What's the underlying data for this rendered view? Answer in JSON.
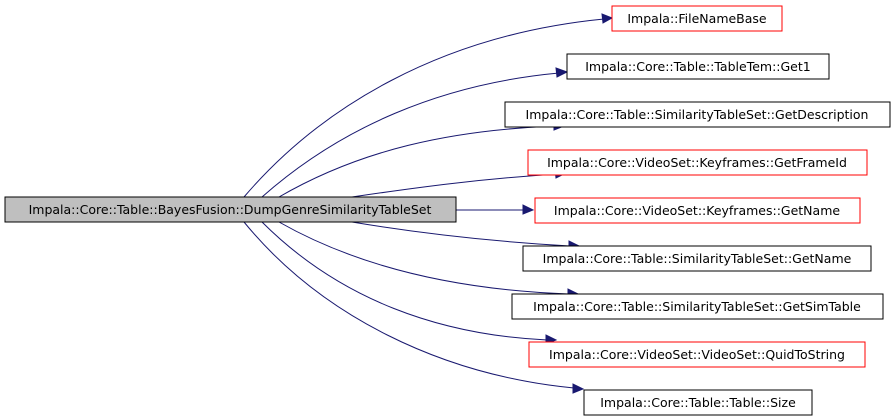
{
  "colors": {
    "edge": "#191970",
    "source_fill": "#bfbfbf",
    "source_border": "#000000",
    "target_fill": "#ffffff",
    "border_black": "#000000",
    "border_red": "#ff0000"
  },
  "diagram": {
    "source": {
      "label": "Impala::Core::Table::BayesFusion::DumpGenreSimilarityTableSet"
    },
    "targets": [
      {
        "label": "Impala::FileNameBase",
        "border": "red"
      },
      {
        "label": "Impala::Core::Table::TableTem::Get1",
        "border": "black"
      },
      {
        "label": "Impala::Core::Table::SimilarityTableSet::GetDescription",
        "border": "black"
      },
      {
        "label": "Impala::Core::VideoSet::Keyframes::GetFrameId",
        "border": "red"
      },
      {
        "label": "Impala::Core::VideoSet::Keyframes::GetName",
        "border": "red"
      },
      {
        "label": "Impala::Core::Table::SimilarityTableSet::GetName",
        "border": "black"
      },
      {
        "label": "Impala::Core::Table::SimilarityTableSet::GetSimTable",
        "border": "black"
      },
      {
        "label": "Impala::Core::VideoSet::VideoSet::QuidToString",
        "border": "red"
      },
      {
        "label": "Impala::Core::Table::Table::Size",
        "border": "black"
      }
    ]
  }
}
